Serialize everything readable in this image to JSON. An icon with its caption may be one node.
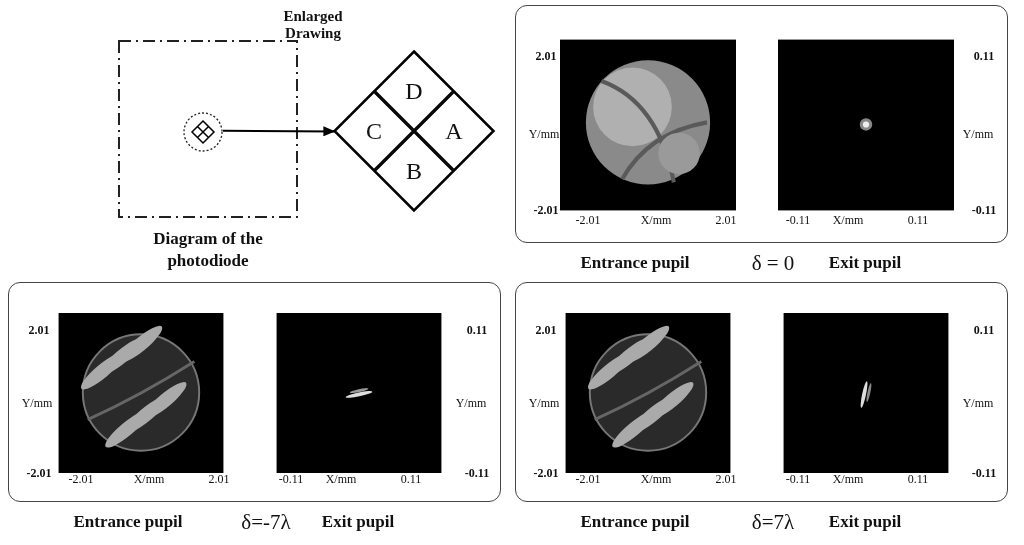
{
  "diagram": {
    "nodes": [
      {
        "text": [],
        "shape": "box",
        "beside": [
          "Diagram of the photodiode"
        ]
      },
      {
        "text": [],
        "shape": "circle",
        "in": 0
      },
      {
        "text": [
          "Enlarged Drawing"
        ]
      },
      {
        "text": [
          "D"
        ],
        "in": 2
      },
      {
        "text": [
          "C"
        ],
        "in": 2
      },
      {
        "text": [
          "A"
        ],
        "in": 2
      },
      {
        "text": [
          "B"
        ],
        "in": 2
      },
      {
        "text": [
          "2.01",
          "Y/mm",
          "-2.01",
          "-2.01",
          "X/mm",
          "2.01",
          "0.11",
          "Y/mm",
          "-0.11",
          "-0.11",
          "X/mm",
          "0.11"
        ],
        "beside": [
          "Entrance pupil",
          "δ = 0",
          "Exit pupil"
        ]
      },
      {
        "text": [
          "2.01",
          "Y/mm",
          "-2.01",
          "-2.01",
          "X/mm",
          "2.01",
          "0.11",
          "Y/mm",
          "-0.11",
          "-0.11",
          "X/mm",
          "0.11"
        ],
        "beside": [
          "Entrance pupil",
          "δ=-7λ",
          "Exit pupil"
        ]
      },
      {
        "text": [
          "2.01",
          "Y/mm",
          "-2.01",
          "-2.01",
          "X/mm",
          "2.01",
          "0.11",
          "Y/mm",
          "-0.11",
          "-0.11",
          "X/mm",
          "0.11"
        ],
        "beside": [
          "Entrance pupil",
          "δ=7λ",
          "Exit pupil"
        ]
      }
    ],
    "edges": [
      {
        "from": 1,
        "to": 2,
        "arrow": "to"
      }
    ]
  }
}
